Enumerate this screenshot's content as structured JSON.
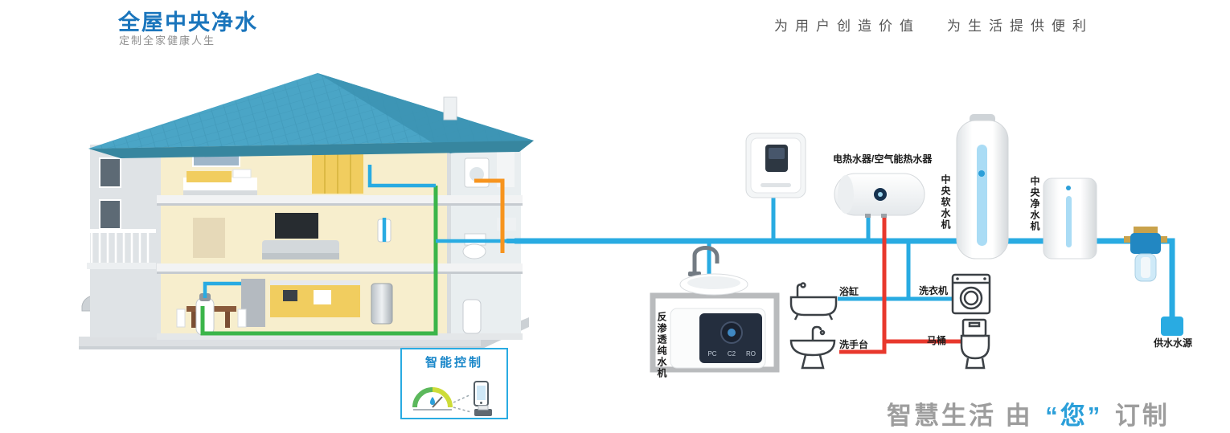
{
  "header": {
    "title": "全屋中央净水",
    "subtitle": "定制全家健康人生",
    "slogan_left": "为用户创造价值",
    "slogan_right": "为生活提供便利"
  },
  "smart_control": {
    "title": "智能控制"
  },
  "diagram": {
    "labels": {
      "water_heater": "电热水器/空气能热水器",
      "central_softener": "中央软水机",
      "central_purifier": "中央净水机",
      "water_source": "供水水源",
      "ro_machine": "反渗透纯水机",
      "bathtub": "浴缸",
      "washbasin": "洗手台",
      "washing_machine": "洗衣机",
      "toilet": "马桶"
    },
    "ro_panel": [
      "PC",
      "C2",
      "RO"
    ],
    "colors": {
      "accent_blue": "#1a75bc",
      "cold_pipe": "#29abe2",
      "hot_pipe": "#e8382d",
      "green_pipe": "#3bb54a",
      "orange_pipe": "#f7941e",
      "roof": "#4aa5c6",
      "tagline_gray": "#9d9d9d"
    }
  },
  "footer": {
    "part1": "智慧生活 由",
    "part2": "“您”",
    "part3": "订制"
  }
}
